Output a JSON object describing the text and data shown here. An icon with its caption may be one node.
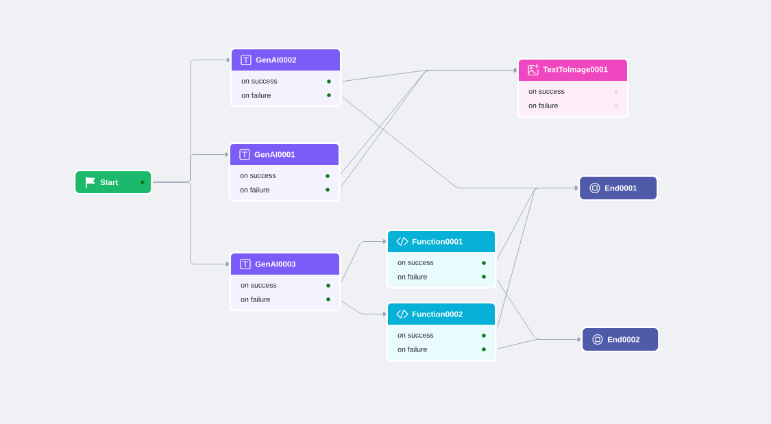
{
  "diagram": {
    "nodes": [
      {
        "text": [
          "Start"
        ]
      },
      {
        "text": [
          "GenAI0002",
          "on success",
          "on failure"
        ]
      },
      {
        "text": [
          "GenAI0001",
          "on success",
          "on failure"
        ]
      },
      {
        "text": [
          "GenAI0003",
          "on success",
          "on failure"
        ]
      },
      {
        "text": [
          "TextToImage0001",
          "on success",
          "on failure"
        ]
      },
      {
        "text": [
          "End0001"
        ]
      },
      {
        "text": [
          "Function0001",
          "on success",
          "on failure"
        ]
      },
      {
        "text": [
          "Function0002",
          "on success",
          "on failure"
        ]
      },
      {
        "text": [
          "End0002"
        ]
      }
    ],
    "edges": [
      {
        "from": 0,
        "to": 1,
        "arrow": "to"
      },
      {
        "from": 0,
        "to": 2,
        "arrow": "to"
      },
      {
        "from": 0,
        "to": 3,
        "arrow": "to"
      },
      {
        "from": 1,
        "to": 4,
        "arrow": "to"
      },
      {
        "from": 1,
        "to": 5,
        "arrow": "to"
      },
      {
        "from": 2,
        "to": 4,
        "arrow": "to"
      },
      {
        "from": 2,
        "to": 4,
        "arrow": "to"
      },
      {
        "from": 3,
        "to": 6,
        "arrow": "to"
      },
      {
        "from": 3,
        "to": 7,
        "arrow": "to"
      },
      {
        "from": 6,
        "to": 5,
        "arrow": "to"
      },
      {
        "from": 6,
        "to": 8,
        "arrow": "to"
      },
      {
        "from": 7,
        "to": 5,
        "arrow": "to"
      },
      {
        "from": 7,
        "to": 8,
        "arrow": "to"
      }
    ]
  }
}
